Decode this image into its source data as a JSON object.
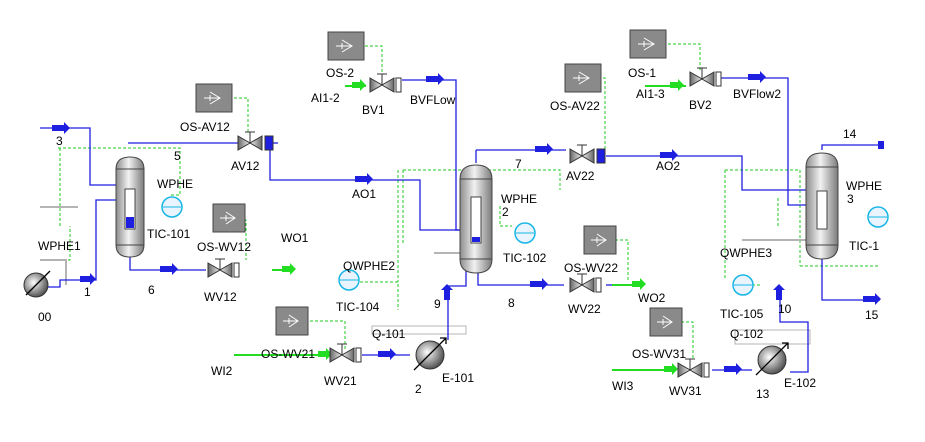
{
  "colors": {
    "background": "#ffffff",
    "process_stream": "#1f1fe0",
    "feed_stream": "#22dd22",
    "signal_line": "#22cc22",
    "energy_stream": "#b4b4b4",
    "equipment_fill": "#c8c8c8",
    "controller_fill": "#8a8a8a",
    "exchanger_fill": "#e9f4ff",
    "indicator_cyan": "#17b6e6"
  },
  "labels": {
    "s3": "3",
    "s5": "5",
    "s1": "1",
    "s6": "6",
    "wphe1": "WPHE1",
    "s00": "00",
    "wphe_a": "WPHE",
    "tic101": "TIC-101",
    "os_av12": "OS-AV12",
    "av12": "AV12",
    "os_wv12": "OS-WV12",
    "wv12": "WV12",
    "wo1": "WO1",
    "os2": "OS-2",
    "ai12": "AI1-2",
    "bv1": "BV1",
    "bvflow": "BVFLow",
    "ao1": "AO1",
    "qwphe2": "QWPHE2",
    "tic104": "TIC-104",
    "s9": "9",
    "q101": "Q-101",
    "os_wv21": "OS-WV21",
    "wv21": "WV21",
    "wi2": "WI2",
    "s2": "2",
    "e101": "E-101",
    "wphe_b": "WPHE",
    "wphe_b_num": "2",
    "tic102": "TIC-102",
    "s7": "7",
    "s8": "8",
    "os_av22": "OS-AV22",
    "av22": "AV22",
    "ao2": "AO2",
    "os_wv22": "OS-WV22",
    "wv22": "WV22",
    "wo2": "WO2",
    "os1": "OS-1",
    "ai13": "AI1-3",
    "bv2": "BV2",
    "bvflow2": "BVFlow2",
    "qwphe3": "QWPHE3",
    "tic105": "TIC-105",
    "s10": "10",
    "q102": "Q-102",
    "os_wv31": "OS-WV31",
    "wv31": "WV31",
    "wi3": "WI3",
    "s13": "13",
    "e102": "E-102",
    "s14": "14",
    "s15": "15",
    "wphe_c": "WPHE",
    "wphe_c_num": "3",
    "tic1": "TIC-1"
  }
}
